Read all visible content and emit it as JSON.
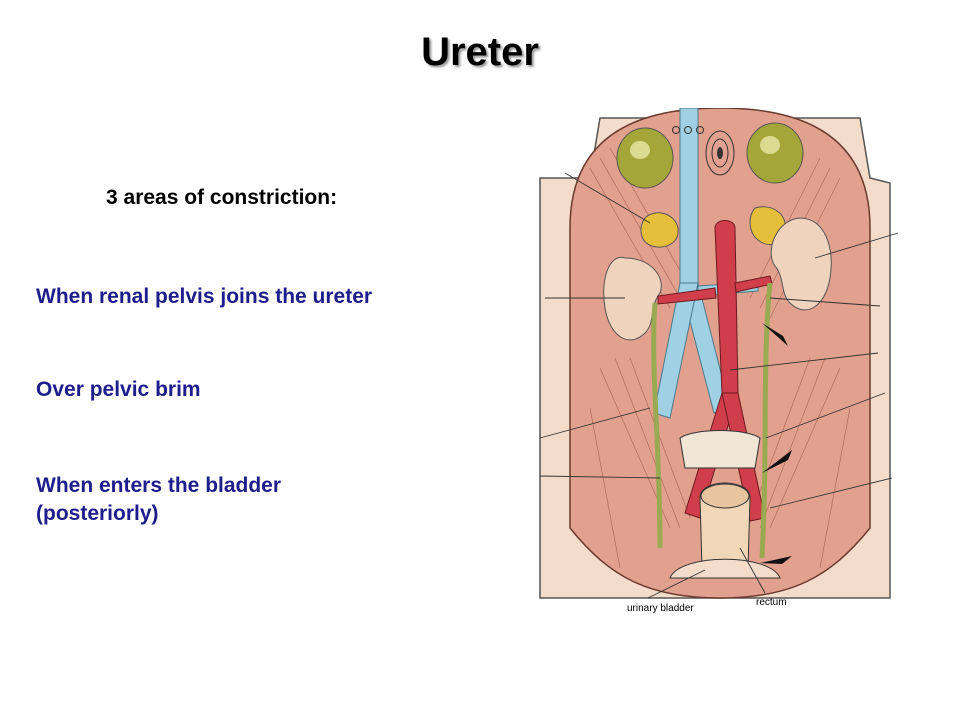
{
  "slide": {
    "title": "Ureter",
    "subheading": "3 areas of constriction:",
    "points": [
      "When renal pelvis joins the ureter",
      "Over pelvic brim",
      "When enters the bladder (posteriorly)"
    ]
  },
  "figure": {
    "labels": {
      "bladder": "urinary bladder",
      "rectum": "rectum"
    },
    "colors": {
      "muscle": "#e2a08e",
      "kidney": "#f0d3bd",
      "adrenal": "#e6bf3a",
      "vein": "#9fd0e4",
      "artery": "#cf3e4a",
      "ureter": "#9aaa52",
      "organ": "#a4a63a",
      "skin": "#f4dccb"
    }
  }
}
